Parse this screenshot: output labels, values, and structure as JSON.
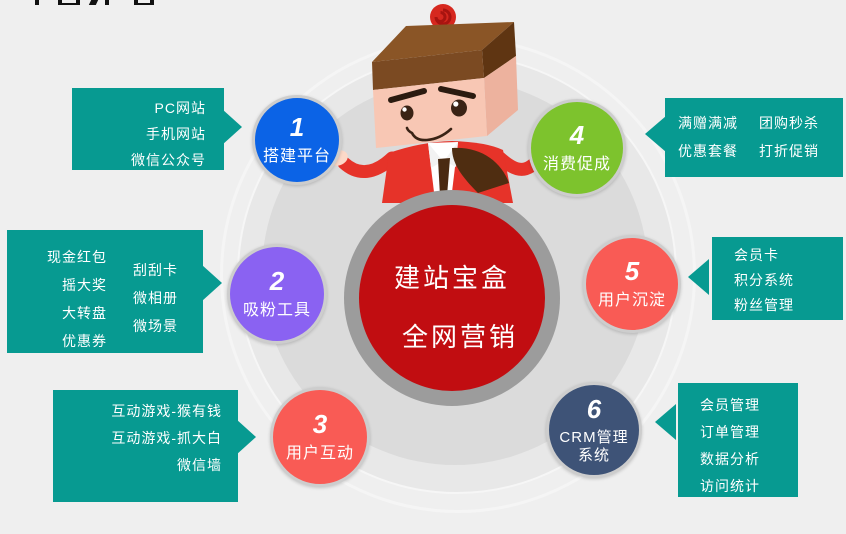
{
  "center": {
    "title_line1": "建站宝盒",
    "title_line2": "全网营销"
  },
  "nodes": {
    "n1": {
      "number": "1",
      "label": "搭建平台",
      "items": [
        "PC网站",
        "手机网站",
        "微信公众号"
      ]
    },
    "n2": {
      "number": "2",
      "label": "吸粉工具",
      "col1": [
        "现金红包",
        "摇大奖",
        "大转盘",
        "优惠券"
      ],
      "col2": [
        "刮刮卡",
        "微相册",
        "微场景"
      ]
    },
    "n3": {
      "number": "3",
      "label": "用户互动",
      "items": [
        "互动游戏-猴有钱",
        "互动游戏-抓大白",
        "微信墙"
      ]
    },
    "n4": {
      "number": "4",
      "label": "消费促成",
      "col1": [
        "满赠满减",
        "优惠套餐"
      ],
      "col2": [
        "团购秒杀",
        "打折促销"
      ]
    },
    "n5": {
      "number": "5",
      "label": "用户沉淀",
      "items": [
        "会员卡",
        "积分系统",
        "粉丝管理"
      ]
    },
    "n6": {
      "number": "6",
      "label_line1": "CRM管理",
      "label_line2": "系统",
      "items": [
        "会员管理",
        "订单管理",
        "数据分析",
        "访问统计"
      ]
    }
  },
  "colors": {
    "node1": "#0b63e6",
    "node2": "#8a62f2",
    "node3": "#f95b55",
    "node4": "#7dc32d",
    "node5": "#f95b55",
    "node6": "#3e5377",
    "center_red": "#c10d11",
    "hub_ring_gray": "#9c9c9c",
    "box_teal": "#079a91"
  }
}
